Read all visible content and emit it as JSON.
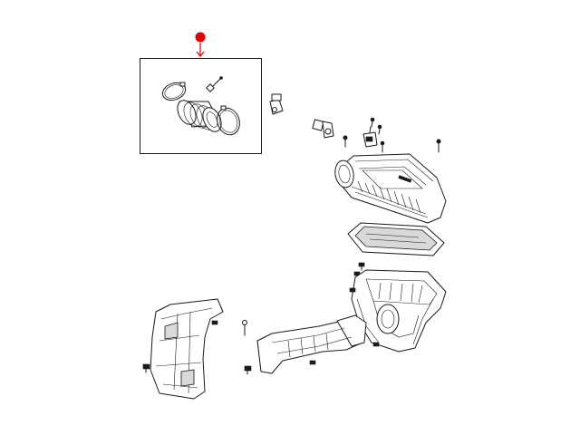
{
  "diagram": {
    "callout": {
      "marker_color": "#e00000",
      "arrow_color": "#e00000",
      "highlight_box_color": "#1a1a1a"
    },
    "parts": [
      {
        "name": "air-inlet-hose-with-clamps",
        "highlighted": true
      },
      {
        "name": "sensor-plug"
      },
      {
        "name": "crankcase-vent-hose"
      },
      {
        "name": "air-flow-sensor"
      },
      {
        "name": "air-cleaner-cover"
      },
      {
        "name": "air-filter-element"
      },
      {
        "name": "air-cleaner-housing"
      },
      {
        "name": "air-inlet-duct"
      },
      {
        "name": "splash-shield"
      },
      {
        "name": "bolt"
      },
      {
        "name": "push-pin-fastener"
      }
    ]
  }
}
